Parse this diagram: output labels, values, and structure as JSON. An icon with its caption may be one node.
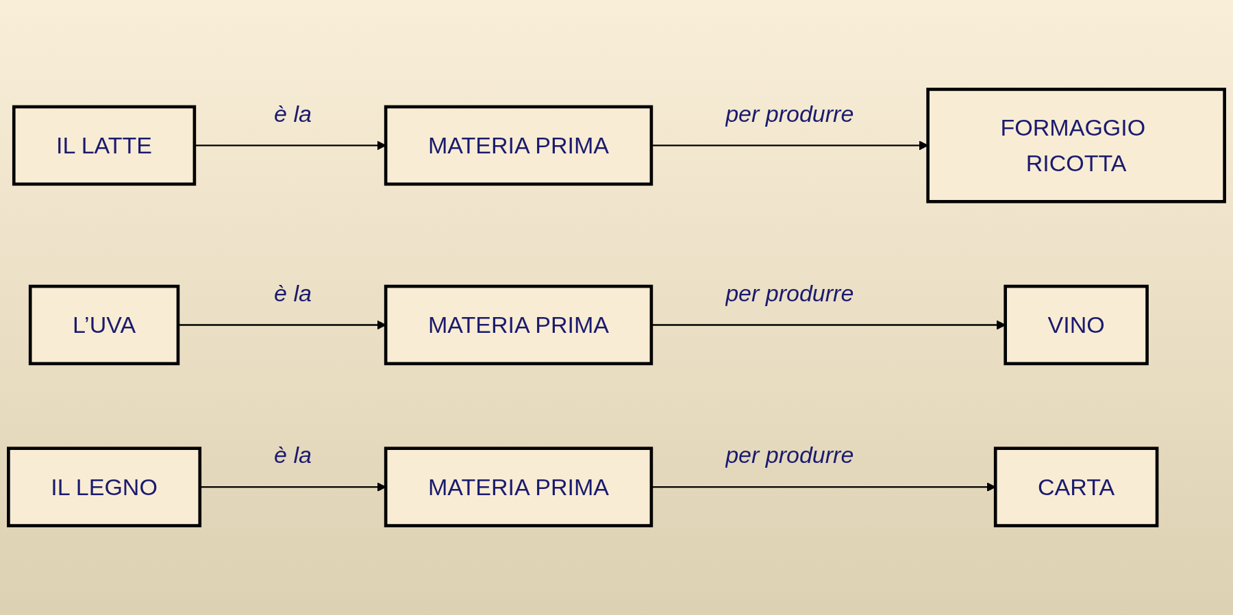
{
  "diagram": {
    "nodes": [
      {
        "text": [
          "IL LATTE"
        ]
      },
      {
        "text": [
          "MATERIA PRIMA"
        ]
      },
      {
        "text": [
          "FORMAGGIO RICOTTA"
        ]
      },
      {
        "text": [
          "L’UVA"
        ]
      },
      {
        "text": [
          "MATERIA PRIMA"
        ]
      },
      {
        "text": [
          "VINO"
        ]
      },
      {
        "text": [
          "IL LEGNO"
        ]
      },
      {
        "text": [
          "MATERIA PRIMA"
        ]
      },
      {
        "text": [
          "CARTA"
        ]
      }
    ],
    "edges": [
      {
        "from": 0,
        "to": 1,
        "arrow": "to",
        "label": "è la"
      },
      {
        "from": 1,
        "to": 2,
        "arrow": "to",
        "label": "per produrre"
      },
      {
        "from": 3,
        "to": 4,
        "arrow": "to",
        "label": "è la"
      },
      {
        "from": 4,
        "to": 5,
        "arrow": "to",
        "label": "per produrre"
      },
      {
        "from": 6,
        "to": 7,
        "arrow": "to",
        "label": "è la"
      },
      {
        "from": 7,
        "to": 8,
        "arrow": "to",
        "label": "per produrre"
      }
    ]
  }
}
